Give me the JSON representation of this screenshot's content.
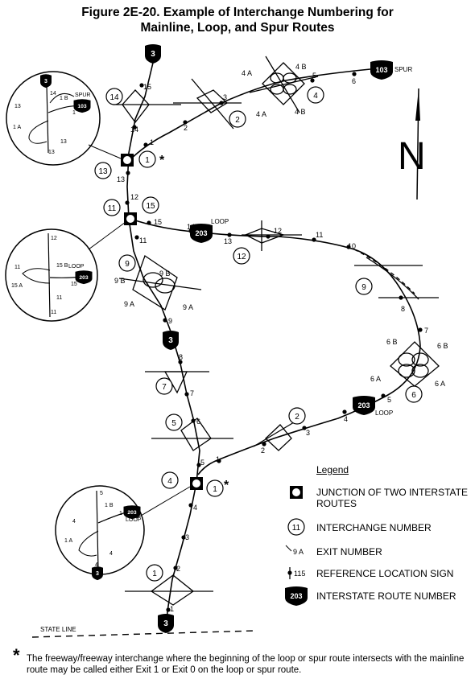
{
  "figure": {
    "title_line1": "Figure 2E-20.  Example of Interchange Numbering for",
    "title_line2": "Mainline, Loop, and Spur Routes"
  },
  "routes": {
    "mainline": "3",
    "spur": "103",
    "loop": "203",
    "spur_label": "SPUR",
    "loop_label": "LOOP"
  },
  "interchange_numbers": [
    "14",
    "2",
    "4",
    "13",
    "1",
    "11",
    "15",
    "12",
    "9",
    "7",
    "6",
    "5",
    "2",
    "4",
    "1",
    "1"
  ],
  "state_line": "STATE LINE",
  "north_label": "N",
  "legend": {
    "title": "Legend",
    "items": [
      {
        "symbol": "junction",
        "text_line1": "JUNCTION OF TWO INTERSTATE",
        "text_line2": "ROUTES"
      },
      {
        "symbol": "interchange",
        "sample": "11",
        "text": "INTERCHANGE NUMBER"
      },
      {
        "symbol": "exit",
        "sample": "9 A",
        "text": "EXIT NUMBER"
      },
      {
        "symbol": "reference",
        "sample": "115",
        "text": "REFERENCE LOCATION SIGN"
      },
      {
        "symbol": "shield",
        "sample": "203",
        "text": "INTERSTATE ROUTE NUMBER"
      }
    ]
  },
  "footnote": {
    "star": "*",
    "text": "The freeway/freeway interchange where the beginning of the loop or spur route intersects with the mainline route may be called either Exit 1 or Exit 0 on the loop or spur route."
  }
}
